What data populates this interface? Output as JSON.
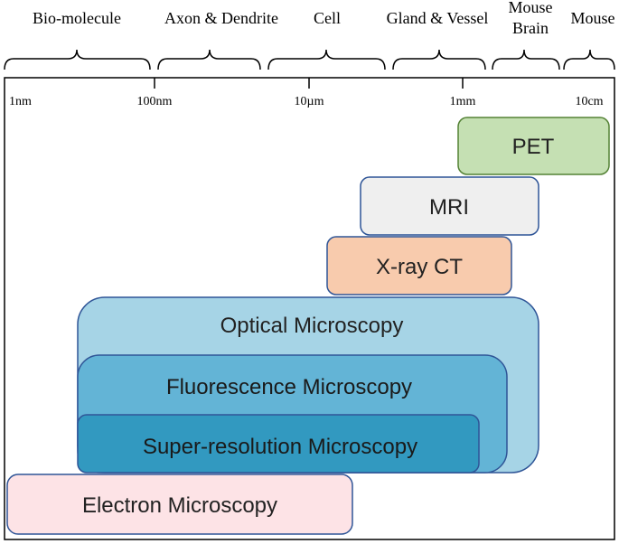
{
  "categories": [
    {
      "lines": [
        "Bio-molecule"
      ]
    },
    {
      "lines": [
        "Axon & Dendrite"
      ]
    },
    {
      "lines": [
        "Cell"
      ]
    },
    {
      "lines": [
        "Gland & Vessel"
      ]
    },
    {
      "lines": [
        "Mouse",
        "Brain"
      ]
    },
    {
      "lines": [
        "Mouse"
      ]
    }
  ],
  "scale_ticks": [
    "1nm",
    "100nm",
    "10µm",
    "1mm",
    "10cm"
  ],
  "techniques": [
    {
      "id": "pet",
      "label": "PET",
      "fill": "#c5e0b3",
      "stroke": "#548235"
    },
    {
      "id": "mri",
      "label": "MRI",
      "fill": "#efefef",
      "stroke": "#2f5597"
    },
    {
      "id": "xray-ct",
      "label": "X-ray CT",
      "fill": "#f8cbad",
      "stroke": "#2f5597"
    },
    {
      "id": "optical-microscopy",
      "label": "Optical Microscopy",
      "fill": "#a6d4e6",
      "stroke": "#2f5597"
    },
    {
      "id": "fluorescence-microscopy",
      "label": "Fluorescence Microscopy",
      "fill": "#63b4d6",
      "stroke": "#2f5597"
    },
    {
      "id": "super-resolution-microscopy",
      "label": "Super-resolution Microscopy",
      "fill": "#3299c0",
      "stroke": "#2f5597"
    },
    {
      "id": "electron-microscopy",
      "label": "Electron Microscopy",
      "fill": "#fde3e6",
      "stroke": "#2f5597"
    }
  ]
}
